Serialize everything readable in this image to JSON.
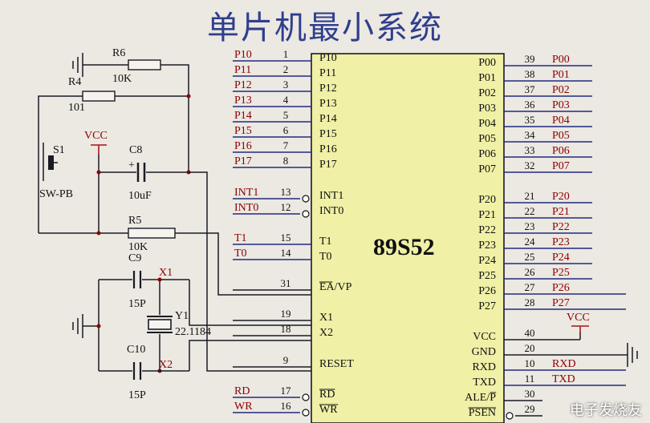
{
  "title": "单片机最小系统",
  "chip": {
    "name": "89S52",
    "left_pins": [
      {
        "net": "P10",
        "num": "1",
        "pin": "P10"
      },
      {
        "net": "P11",
        "num": "2",
        "pin": "P11"
      },
      {
        "net": "P12",
        "num": "3",
        "pin": "P12"
      },
      {
        "net": "P13",
        "num": "4",
        "pin": "P13"
      },
      {
        "net": "P14",
        "num": "5",
        "pin": "P14"
      },
      {
        "net": "P15",
        "num": "6",
        "pin": "P15"
      },
      {
        "net": "P16",
        "num": "7",
        "pin": "P16"
      },
      {
        "net": "P17",
        "num": "8",
        "pin": "P17"
      },
      {
        "net": "INT1",
        "num": "13",
        "pin": "INT1",
        "bubble": true
      },
      {
        "net": "INT0",
        "num": "12",
        "pin": "INT0",
        "bubble": true
      },
      {
        "net": "T1",
        "num": "15",
        "pin": "T1"
      },
      {
        "net": "T0",
        "num": "14",
        "pin": "T0"
      },
      {
        "net": "",
        "num": "31",
        "pin": "EA/VP",
        "overbar": "EA"
      },
      {
        "net": "",
        "num": "19",
        "pin": "X1"
      },
      {
        "net": "",
        "num": "18",
        "pin": "X2"
      },
      {
        "net": "",
        "num": "9",
        "pin": "RESET"
      },
      {
        "net": "RD",
        "num": "17",
        "pin": "RD",
        "overbar": "RD",
        "bubble": true
      },
      {
        "net": "WR",
        "num": "16",
        "pin": "WR",
        "overbar": "WR",
        "bubble": true
      }
    ],
    "right_pins": [
      {
        "pin": "P00",
        "num": "39",
        "net": "P00"
      },
      {
        "pin": "P01",
        "num": "38",
        "net": "P01"
      },
      {
        "pin": "P02",
        "num": "37",
        "net": "P02"
      },
      {
        "pin": "P03",
        "num": "36",
        "net": "P03"
      },
      {
        "pin": "P04",
        "num": "35",
        "net": "P04"
      },
      {
        "pin": "P05",
        "num": "34",
        "net": "P05"
      },
      {
        "pin": "P06",
        "num": "33",
        "net": "P06"
      },
      {
        "pin": "P07",
        "num": "32",
        "net": "P07"
      },
      {
        "pin": "P20",
        "num": "21",
        "net": "P20"
      },
      {
        "pin": "P21",
        "num": "22",
        "net": "P21"
      },
      {
        "pin": "P22",
        "num": "23",
        "net": "P22"
      },
      {
        "pin": "P23",
        "num": "24",
        "net": "P23"
      },
      {
        "pin": "P24",
        "num": "25",
        "net": "P24"
      },
      {
        "pin": "P25",
        "num": "26",
        "net": "P25"
      },
      {
        "pin": "P26",
        "num": "27",
        "net": "P26"
      },
      {
        "pin": "P27",
        "num": "28",
        "net": "P27"
      },
      {
        "pin": "VCC",
        "num": "40",
        "net": ""
      },
      {
        "pin": "GND",
        "num": "20",
        "net": ""
      },
      {
        "pin": "RXD",
        "num": "10",
        "net": "RXD"
      },
      {
        "pin": "TXD",
        "num": "11",
        "net": "TXD"
      },
      {
        "pin": "ALE/P",
        "num": "30",
        "net": "",
        "overbar": "P"
      },
      {
        "pin": "PSEN",
        "num": "29",
        "net": "",
        "overbar": "PSEN",
        "bubble": true
      }
    ]
  },
  "components": {
    "r6": {
      "ref": "R6",
      "value": "10K"
    },
    "r4": {
      "ref": "R4",
      "value": "101"
    },
    "s1": {
      "ref": "S1",
      "value": "SW-PB"
    },
    "vcc_left": "VCC",
    "c8": {
      "ref": "C8",
      "value": "10uF",
      "polarity": "+"
    },
    "r5": {
      "ref": "R5",
      "value": "10K"
    },
    "c9": {
      "ref": "C9",
      "value": "15P"
    },
    "x1": "X1",
    "y1": {
      "ref": "Y1",
      "value": "22.1184"
    },
    "c10": {
      "ref": "C10",
      "value": "15P"
    },
    "x2": "X2",
    "vcc_right": "VCC"
  },
  "watermark": "电子发烧友"
}
